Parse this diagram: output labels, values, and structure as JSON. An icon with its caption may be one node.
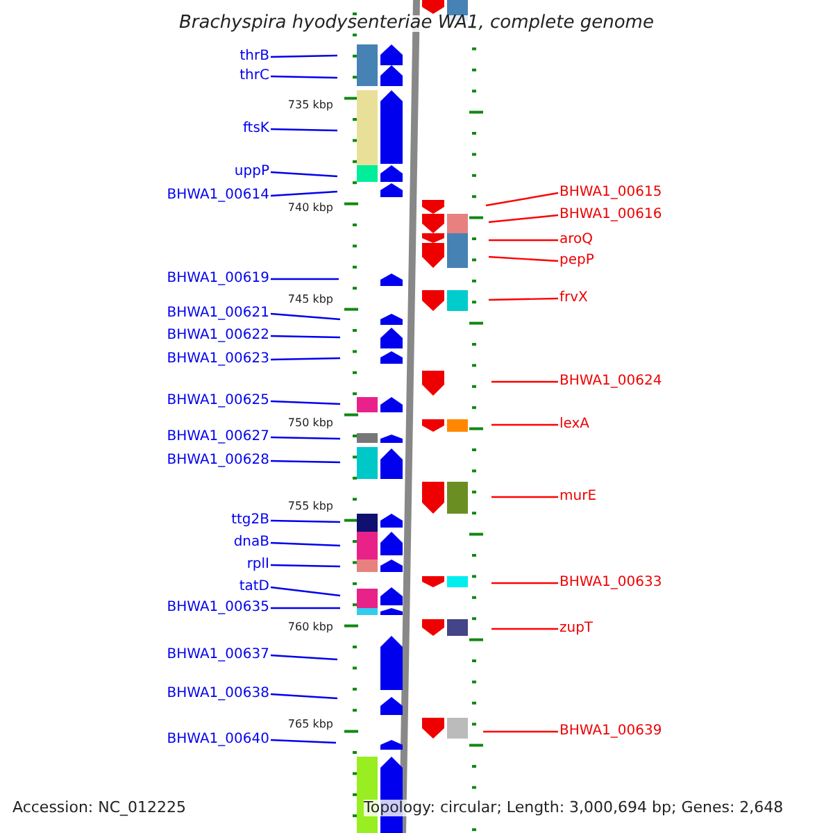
{
  "diagram": {
    "title": "Brachyspira hyodysenteriae WA1, complete genome",
    "nodes": [
      {
        "text": [
          "thrB"
        ]
      },
      {
        "text": [
          "thrC"
        ]
      },
      {
        "text": [
          "ftsK"
        ]
      },
      {
        "text": [
          "uppP"
        ]
      },
      {
        "text": [
          "BHWA1_00614"
        ]
      },
      {
        "text": [
          "BHWA1_00619"
        ]
      },
      {
        "text": [
          "BHWA1_00621"
        ]
      },
      {
        "text": [
          "BHWA1_00622"
        ]
      },
      {
        "text": [
          "BHWA1_00623"
        ]
      },
      {
        "text": [
          "BHWA1_00625"
        ]
      },
      {
        "text": [
          "BHWA1_00627"
        ]
      },
      {
        "text": [
          "BHWA1_00628"
        ]
      },
      {
        "text": [
          "ttg2B"
        ]
      },
      {
        "text": [
          "dnaB"
        ]
      },
      {
        "text": [
          "rplI"
        ]
      },
      {
        "text": [
          "tatD"
        ]
      },
      {
        "text": [
          "BHWA1_00635"
        ]
      },
      {
        "text": [
          "BHWA1_00637"
        ]
      },
      {
        "text": [
          "BHWA1_00638"
        ]
      },
      {
        "text": [
          "BHWA1_00640"
        ]
      },
      {
        "text": [
          "BHWA1_00615"
        ]
      },
      {
        "text": [
          "BHWA1_00616"
        ]
      },
      {
        "text": [
          "aroQ"
        ]
      },
      {
        "text": [
          "pepP"
        ]
      },
      {
        "text": [
          "frvX"
        ]
      },
      {
        "text": [
          "BHWA1_00624"
        ]
      },
      {
        "text": [
          "lexA"
        ]
      },
      {
        "text": [
          "murE"
        ]
      },
      {
        "text": [
          "BHWA1_00633"
        ]
      },
      {
        "text": [
          "zupT"
        ]
      },
      {
        "text": [
          "BHWA1_00639"
        ]
      }
    ],
    "edges": [
      {
        "from": 0,
        "to": null,
        "arrow": "none"
      },
      {
        "from": 1,
        "to": null,
        "arrow": "none"
      },
      {
        "from": 2,
        "to": null,
        "arrow": "none"
      },
      {
        "from": 3,
        "to": null,
        "arrow": "none"
      },
      {
        "from": 4,
        "to": null,
        "arrow": "none"
      },
      {
        "from": 5,
        "to": null,
        "arrow": "none"
      },
      {
        "from": 6,
        "to": null,
        "arrow": "none"
      },
      {
        "from": 7,
        "to": null,
        "arrow": "none"
      },
      {
        "from": 8,
        "to": null,
        "arrow": "none"
      },
      {
        "from": 9,
        "to": null,
        "arrow": "none"
      },
      {
        "from": 10,
        "to": null,
        "arrow": "none"
      },
      {
        "from": 11,
        "to": null,
        "arrow": "none"
      },
      {
        "from": 12,
        "to": null,
        "arrow": "none"
      },
      {
        "from": 13,
        "to": null,
        "arrow": "none"
      },
      {
        "from": 14,
        "to": null,
        "arrow": "none"
      },
      {
        "from": 15,
        "to": null,
        "arrow": "none"
      },
      {
        "from": 16,
        "to": null,
        "arrow": "none"
      },
      {
        "from": 17,
        "to": null,
        "arrow": "none"
      },
      {
        "from": 18,
        "to": null,
        "arrow": "none"
      },
      {
        "from": 19,
        "to": null,
        "arrow": "none"
      },
      {
        "from": 20,
        "to": null,
        "arrow": "none",
        "color": "#ff0000"
      },
      {
        "from": 21,
        "to": null,
        "arrow": "none",
        "color": "#ff0000"
      },
      {
        "from": 22,
        "to": null,
        "arrow": "none",
        "color": "#ff0000"
      },
      {
        "from": 23,
        "to": null,
        "arrow": "none",
        "color": "#ff0000"
      },
      {
        "from": 24,
        "to": null,
        "arrow": "none",
        "color": "#ff0000"
      },
      {
        "from": 25,
        "to": null,
        "arrow": "none",
        "color": "#ff0000"
      },
      {
        "from": 26,
        "to": null,
        "arrow": "none",
        "color": "#ff0000"
      },
      {
        "from": 27,
        "to": null,
        "arrow": "none",
        "color": "#ff0000"
      },
      {
        "from": 28,
        "to": null,
        "arrow": "none",
        "color": "#ff0000"
      },
      {
        "from": 29,
        "to": null,
        "arrow": "none",
        "color": "#ff0000"
      },
      {
        "from": 30,
        "to": null,
        "arrow": "none",
        "color": "#ff0000"
      }
    ],
    "labels": [
      "735 kbp",
      "740 kbp",
      "745 kbp",
      "750 kbp",
      "755 kbp",
      "760 kbp",
      "765 kbp",
      "Accession: NC_012225",
      "Topology: circular; Length: 3,000,694 bp; Genes: 2,648"
    ]
  }
}
